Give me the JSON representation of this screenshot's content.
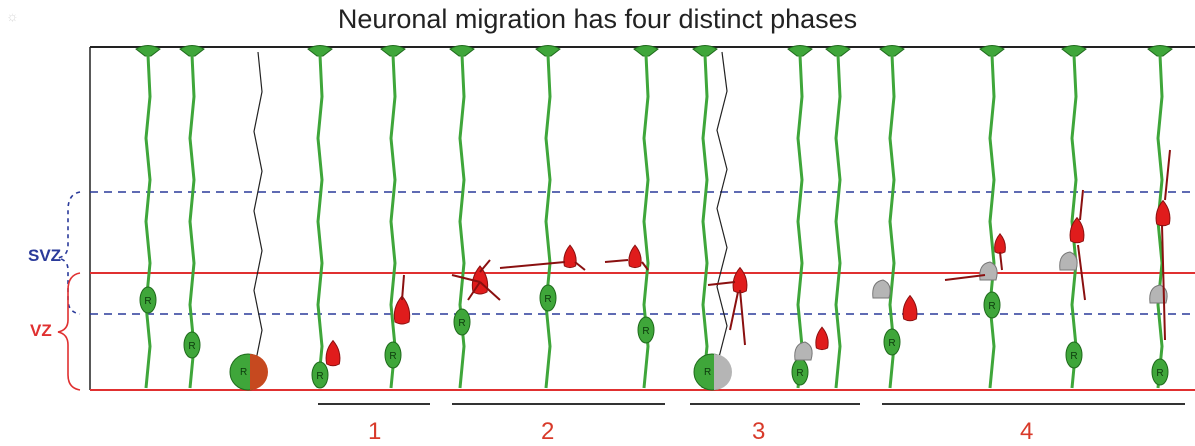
{
  "title": "Neuronal migration has four distinct phases",
  "zones": {
    "svz": "SVZ",
    "vz": "VZ"
  },
  "phases": [
    "1",
    "2",
    "3",
    "4"
  ],
  "cell_marker": "R",
  "colors": {
    "radial_glia": "#3fa63a",
    "radial_glia_dark": "#1f6b1c",
    "neuron": "#e01c1c",
    "neuron_dark": "#8a1010",
    "gray_cell": "#b5b5b5",
    "zone_line": "#e03030",
    "svz_dash": "#2a3a9a"
  }
}
